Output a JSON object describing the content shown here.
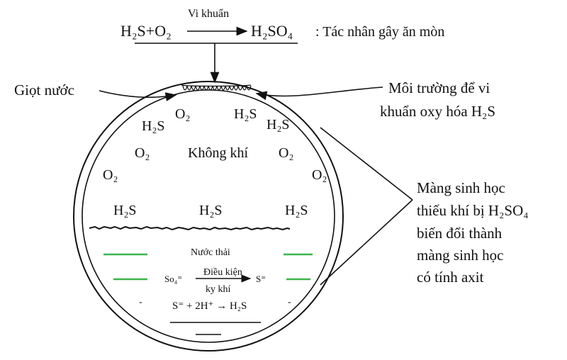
{
  "reaction_top": {
    "reactants": "H₂S+O₂",
    "catalyst": "Vi khuẩn",
    "product": "H₂SO₄",
    "note": ":  Tác nhân gây ăn mòn"
  },
  "labels": {
    "water_drop": "Giọt nước",
    "oxidation_env_line1": "Môi trường để vi",
    "oxidation_env_line2": "khuẩn oxy hóa H₂S",
    "biofilm_line1": "Màng sinh học",
    "biofilm_line2": "thiếu khí bị H₂SO₄",
    "biofilm_line3": "biến đổi thành",
    "biofilm_line4": "màng sinh học",
    "biofilm_line5": "có tính axit"
  },
  "air_zone": {
    "air": "Không khí",
    "h2s": "H₂S",
    "o2": "O₂"
  },
  "water_zone": {
    "title": "Nước thải",
    "sulfate": "So₄⁼",
    "condition_top": "Điều kiện",
    "condition_bottom": "ky khí",
    "sulfide": "S⁼",
    "reaction2": "S⁼  +  2H⁺ → H₂S"
  },
  "colors": {
    "water_line": "#3cb44b",
    "ink": "#111111"
  }
}
